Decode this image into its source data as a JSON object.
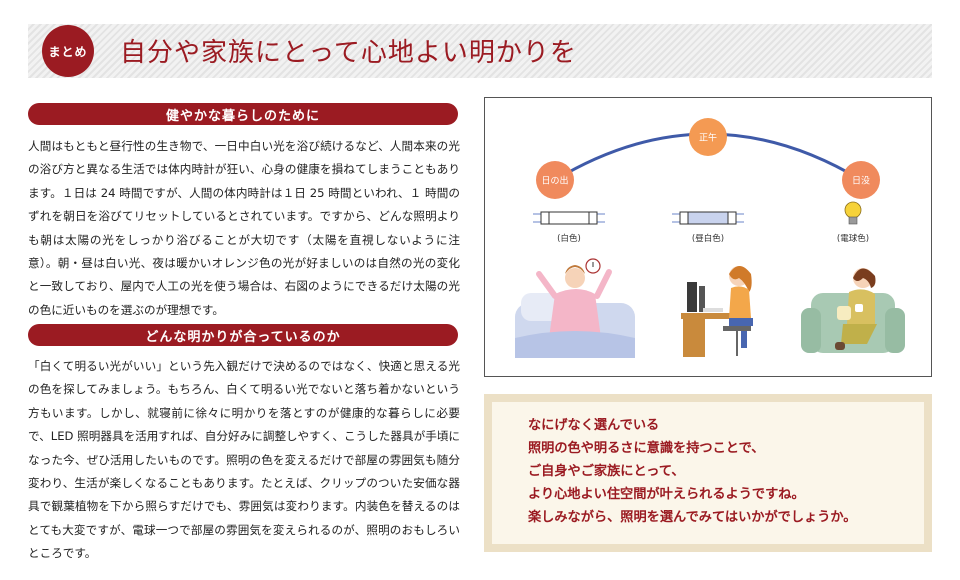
{
  "header": {
    "badge": "まとめ",
    "title": "自分や家族にとって心地よい明かりを"
  },
  "section1": {
    "heading": "健やかな暮らしのために",
    "body": "人間はもともと昼行性の生き物で、一日中白い光を浴び続けるなど、人間本来の光の浴び方と異なる生活では体内時計が狂い、心身の健康を損ねてしまうこともあります。１日は 24 時間ですが、人間の体内時計は１日 25 時間といわれ、１ 時間のずれを朝日を浴びてリセットしているとされています。ですから、どんな照明よりも朝は太陽の光をしっかり浴びることが大切です（太陽を直視しないように注意）。朝・昼は白い光、夜は暖かいオレンジ色の光が好ましいのは自然の光の変化と一致しており、屋内で人工の光を使う場合は、右図のようにできるだけ太陽の光の色に近いものを選ぶのが理想です。"
  },
  "section2": {
    "heading": "どんな明かりが合っているのか",
    "body": "「白くて明るい光がいい」という先入観だけで決めるのではなく、快適と思える光の色を探してみましょう。もちろん、白くて明るい光でないと落ち着かないという方もいます。しかし、就寝前に徐々に明かりを落とすのが健康的な暮らしに必要で、LED 照明器具を活用すれば、自分好みに調整しやすく、こうした器具が手頃になった今、ぜひ活用したいものです。照明の色を変えるだけで部屋の雰囲気も随分変わり、生活が楽しくなることもあります。たとえば、クリップのついた安価な器具で観葉植物を下から照らすだけでも、雰囲気は変わります。内装色を替えるのはとても大変ですが、電球一つで部屋の雰囲気を変えられるのが、照明のおもしろいところです。"
  },
  "figure": {
    "sun_positions": [
      {
        "label": "日の出",
        "color": "#f08a5d"
      },
      {
        "label": "正午",
        "color": "#f49a53"
      },
      {
        "label": "日没",
        "color": "#f08a5d"
      }
    ],
    "lamps": [
      {
        "label": "(白色)",
        "tube_color": "#ffffff"
      },
      {
        "label": "(昼白色)",
        "tube_color": "#c9d3ee"
      },
      {
        "label": "(電球色)",
        "bulb_color": "#f6d23a"
      }
    ],
    "arc_color": "#3f5aa8"
  },
  "summary": {
    "lines": [
      "なにげなく選んでいる",
      "照明の色や明るさに意識を持つことで、",
      "ご自身やご家族にとって、",
      "より心地よい住空間が叶えられるようですね。",
      "楽しみながら、照明を選んでみてはいかがでしょうか。"
    ]
  }
}
